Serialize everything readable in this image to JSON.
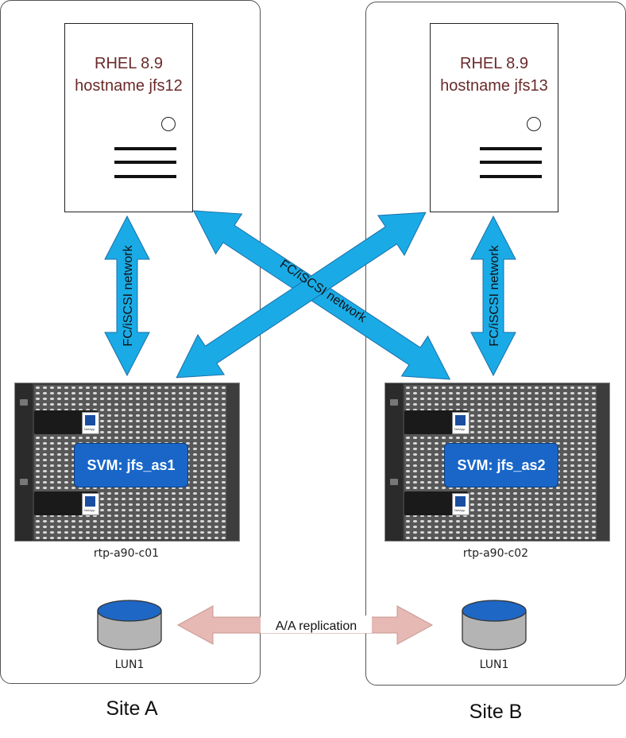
{
  "sites": [
    {
      "label": "Site A",
      "host": {
        "os": "RHEL 8.9",
        "hostname": "hostname jfs12"
      },
      "storage": {
        "svm": "SVM: jfs_as1",
        "node": "rtp-a90-c01"
      },
      "lun": "LUN1"
    },
    {
      "label": "Site B",
      "host": {
        "os": "RHEL 8.9",
        "hostname": "hostname jfs13"
      },
      "storage": {
        "svm": "SVM: jfs_as2",
        "node": "rtp-a90-c02"
      },
      "lun": "LUN1"
    }
  ],
  "network": {
    "vertical_label": "FC/iSCSI network",
    "cross_label": "FC/iSCSI network"
  },
  "replication": {
    "label": "A/A replication"
  },
  "colors": {
    "network_arrow": "#1aabe6",
    "replication_arrow": "#e6b9b4",
    "svm_fill": "#1966c8",
    "host_text": "#6b2a2a",
    "lun_top": "#1f67c4",
    "lun_body": "#b4b4b4"
  }
}
